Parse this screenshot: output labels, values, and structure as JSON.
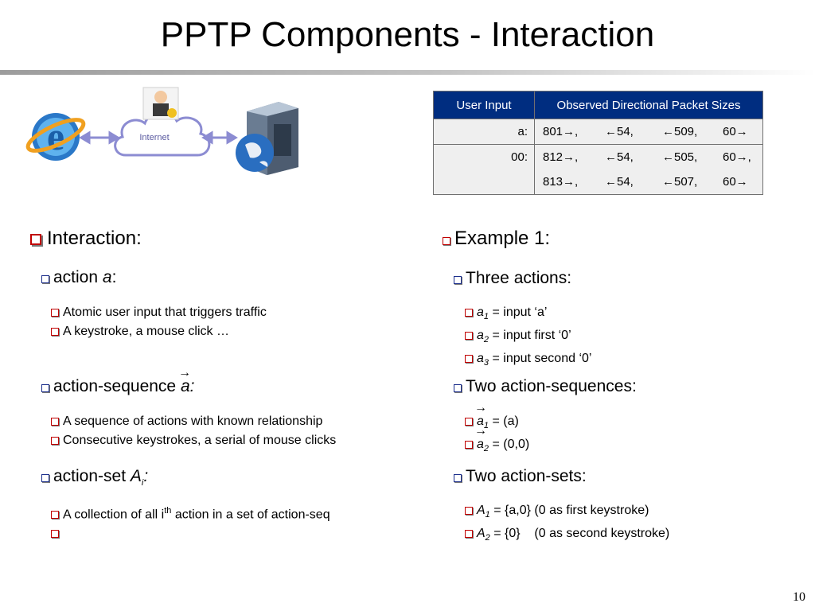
{
  "slide": {
    "title": "PPTP Components - Interaction",
    "page_number": "10"
  },
  "diagram": {
    "cloud_label": "Internet",
    "icons": [
      "browser-icon",
      "user-icon",
      "cloud-icon",
      "server-icon",
      "globe-icon"
    ]
  },
  "table": {
    "headers": [
      "User Input",
      "Observed Directional Packet Sizes"
    ],
    "rows": [
      {
        "label": "a:",
        "sequences": [
          [
            "801→,",
            "←54,",
            "←509,",
            "60→"
          ]
        ]
      },
      {
        "label": "00:",
        "sequences": [
          [
            "812→,",
            "←54,",
            "←505,",
            "60→,"
          ],
          [
            "813→,",
            "←54,",
            "←507,",
            "60→"
          ]
        ]
      }
    ]
  },
  "left": {
    "heading": "Interaction:",
    "action": {
      "label": "action ",
      "var": "a",
      "colon": ":",
      "items": [
        "Atomic user input that triggers traffic",
        "A keystroke, a mouse click …"
      ]
    },
    "sequence": {
      "label": "action-sequence ",
      "var": "a",
      "colon": ":",
      "items": [
        "A sequence of actions with known relationship",
        "Consecutive keystrokes, a serial of mouse clicks"
      ]
    },
    "set": {
      "label": "action-set ",
      "var": "A",
      "sub": "i",
      "colon": ":",
      "item_prefix": "A collection of all i",
      "item_sup": "th",
      "item_suffix": " action in a set of action-seq"
    }
  },
  "right": {
    "heading": "Example 1:",
    "actions": {
      "label": "Three actions:",
      "items": [
        {
          "var": "a",
          "sub": "1",
          "text": " = input ‘a’"
        },
        {
          "var": "a",
          "sub": "2",
          "text": " = input first ‘0’"
        },
        {
          "var": "a",
          "sub": "3",
          "text": " = input second ‘0’"
        }
      ]
    },
    "sequences": {
      "label": "Two action-sequences:",
      "items": [
        {
          "var": "a",
          "sub": "1",
          "text": " = (a)"
        },
        {
          "var": "a",
          "sub": "2",
          "text": " = (0,0)"
        }
      ]
    },
    "sets": {
      "label": "Two action-sets:",
      "items": [
        {
          "var": "A",
          "sub": "1",
          "text": " = {a,0} (0 as first keystroke)"
        },
        {
          "var": "A",
          "sub": "2",
          "text": " = {0}    (0 as second keystroke)"
        }
      ]
    }
  },
  "colors": {
    "table_header_bg": "#002d80",
    "bullet_red": "#c00000",
    "bullet_blue": "#1c2f8c"
  }
}
